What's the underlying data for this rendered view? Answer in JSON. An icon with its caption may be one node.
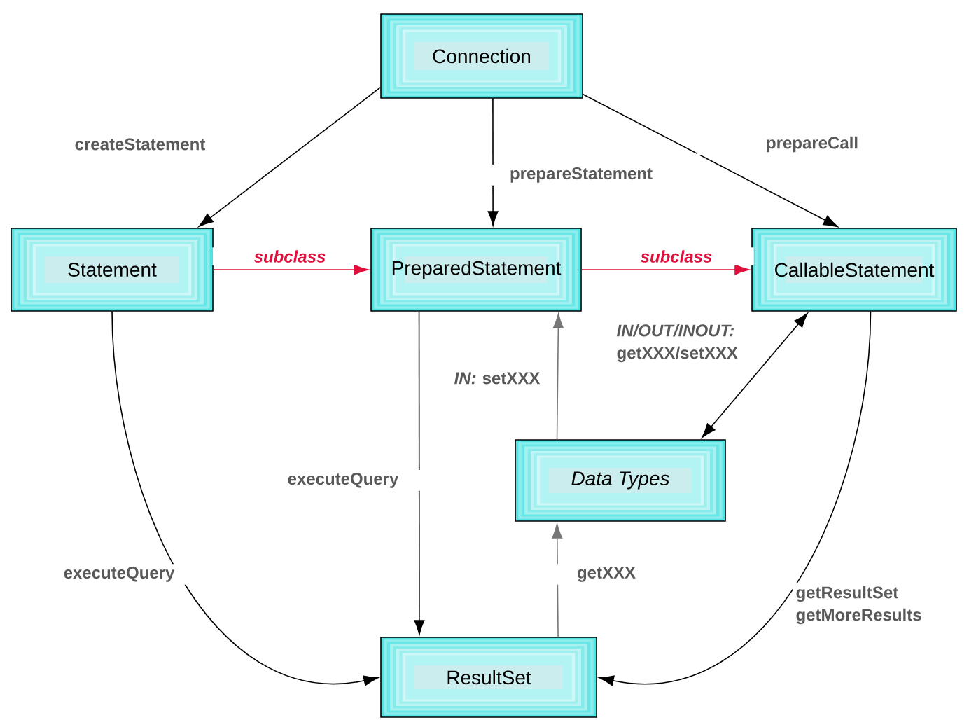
{
  "diagram": {
    "nodes": [
      {
        "text": [
          "Connection"
        ]
      },
      {
        "text": [
          "Statement"
        ]
      },
      {
        "text": [
          "PreparedStatement"
        ]
      },
      {
        "text": [
          "CallableStatement"
        ]
      },
      {
        "text": [
          "Data Types"
        ]
      },
      {
        "text": [
          "ResultSet"
        ]
      }
    ],
    "edges": [
      {
        "from": 0,
        "to": 1,
        "arrow": "to",
        "label": "createStatement"
      },
      {
        "from": 0,
        "to": 2,
        "arrow": "to",
        "label": "prepareStatement"
      },
      {
        "from": 0,
        "to": 3,
        "arrow": "to",
        "label": "prepareCall"
      },
      {
        "from": 1,
        "to": 2,
        "arrow": "to",
        "label": "subclass",
        "color": "#e0103c"
      },
      {
        "from": 2,
        "to": 3,
        "arrow": "to",
        "label": "subclass",
        "color": "#e0103c"
      },
      {
        "from": 2,
        "to": 5,
        "arrow": "to",
        "label": "executeQuery"
      },
      {
        "from": 1,
        "to": 5,
        "arrow": "to",
        "label": "executeQuery"
      },
      {
        "from": 4,
        "to": 2,
        "arrow": "to",
        "label": "*IN:* setXXX",
        "color": "#777777"
      },
      {
        "from": 3,
        "to": 4,
        "arrow": "both",
        "label": "*IN/OUT/INOUT:* getXXX/setXXX"
      },
      {
        "from": 5,
        "to": 4,
        "arrow": "to",
        "label": "getXXX",
        "color": "#777777"
      },
      {
        "from": 3,
        "to": 5,
        "arrow": "to",
        "label": "getResultSet getMoreResults"
      }
    ]
  }
}
